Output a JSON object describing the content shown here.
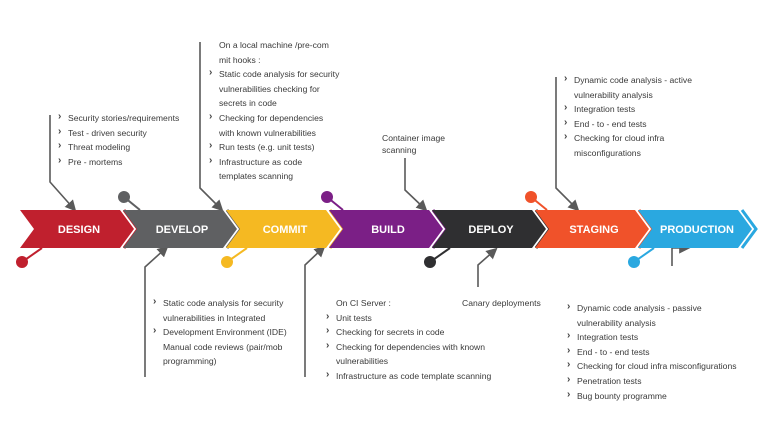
{
  "stages": [
    {
      "label": "DESIGN",
      "color": "#c0202e"
    },
    {
      "label": "DEVELOP",
      "color": "#5f6062"
    },
    {
      "label": "COMMIT",
      "color": "#f5b922"
    },
    {
      "label": "BUILD",
      "color": "#7b1f86"
    },
    {
      "label": "DEPLOY",
      "color": "#2f2f31"
    },
    {
      "label": "STAGING",
      "color": "#f0522a"
    },
    {
      "label": "PRODUCTION",
      "color": "#2aa8e0"
    }
  ],
  "notes": {
    "design": {
      "items": [
        "Security stories/requirements",
        "Test - driven security",
        "Threat modeling",
        "Pre - mortems"
      ]
    },
    "develop": {
      "items": [
        "Static code analysis for security",
        "vulnerabilities in Integrated",
        "Development Environment (IDE)",
        "Manual code reviews (pair/mob",
        "programming)"
      ]
    },
    "commit": {
      "heading_line1": "On a local machine /pre-com",
      "heading_line2": "mit hooks :",
      "items": [
        {
          "line1": "Static code analysis for security",
          "line2": "vulnerabilities checking for",
          "line3": "secrets in code"
        },
        {
          "line1": "Checking for dependencies",
          "line2": "with known vulnerabilities"
        },
        {
          "line1": "Run tests (e.g. unit tests)"
        },
        {
          "line1": "Infrastructure as code",
          "line2": "templates scanning"
        }
      ]
    },
    "build": {
      "heading": "On CI Server :",
      "items": [
        {
          "line1": "Unit tests"
        },
        {
          "line1": "Checking for secrets in code"
        },
        {
          "line1": "Checking for dependencies with known",
          "line2": "vulnerabilities"
        },
        {
          "line1": "Infrastructure as code template scanning"
        }
      ]
    },
    "deploy_top": {
      "line1": "Container image",
      "line2": "scanning"
    },
    "deploy_bottom": {
      "line1": "Canary deployments"
    },
    "staging": {
      "items": [
        {
          "line1": "Dynamic code analysis - active",
          "line2": "vulnerability analysis"
        },
        {
          "line1": "Integration tests"
        },
        {
          "line1": "End - to - end tests"
        },
        {
          "line1": "Checking for cloud infra",
          "line2": "misconfigurations"
        }
      ]
    },
    "production": {
      "items": [
        {
          "line1": "Dynamic code analysis -  passive",
          "line2": "vulnerability analysis"
        },
        {
          "line1": "Integration tests"
        },
        {
          "line1": "End - to - end tests"
        },
        {
          "line1": "Checking for cloud infra misconfigurations"
        },
        {
          "line1": "Penetration tests"
        },
        {
          "line1": "Bug bounty programme"
        }
      ]
    }
  }
}
